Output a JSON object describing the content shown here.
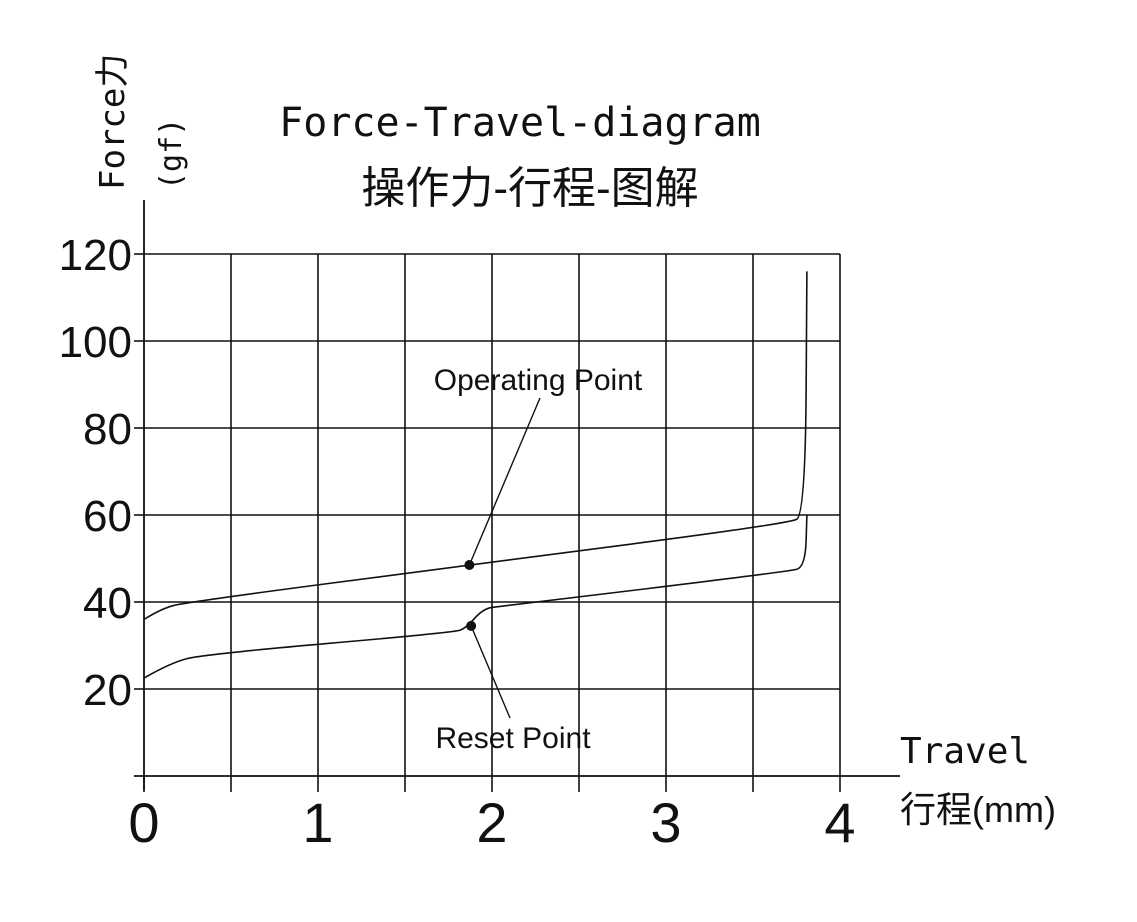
{
  "chart_data": {
    "type": "line",
    "title": "Force-Travel-diagram",
    "subtitle": "操作力-行程-图解",
    "ylabel": "Force力",
    "yunit": "(gf)",
    "xlabel": "Travel",
    "xunit": "行程(mm)",
    "xlim": [
      0,
      4
    ],
    "ylim": [
      0,
      120
    ],
    "x_ticks": [
      "0",
      "1",
      "2",
      "3",
      "4"
    ],
    "y_ticks": [
      "20",
      "40",
      "60",
      "80",
      "100",
      "120"
    ],
    "grid": true,
    "series": [
      {
        "points": [
          [
            0,
            36
          ],
          [
            0.1,
            38.5
          ],
          [
            0.25,
            40
          ],
          [
            1.87,
            48.5
          ],
          [
            3.7,
            58
          ],
          [
            3.8,
            60
          ],
          [
            3.81,
            116
          ]
        ]
      },
      {
        "points": [
          [
            0,
            22.5
          ],
          [
            0.15,
            26
          ],
          [
            0.35,
            28
          ],
          [
            1.78,
            33
          ],
          [
            1.85,
            34
          ],
          [
            1.95,
            38.5
          ],
          [
            2.05,
            39
          ],
          [
            3.7,
            47
          ],
          [
            3.8,
            48
          ],
          [
            3.81,
            60
          ]
        ]
      }
    ],
    "annotations": [
      {
        "text": "Operating Point",
        "point": [
          1.87,
          48.5
        ]
      },
      {
        "text": "Reset Point",
        "point": [
          1.88,
          34.5
        ]
      }
    ]
  }
}
